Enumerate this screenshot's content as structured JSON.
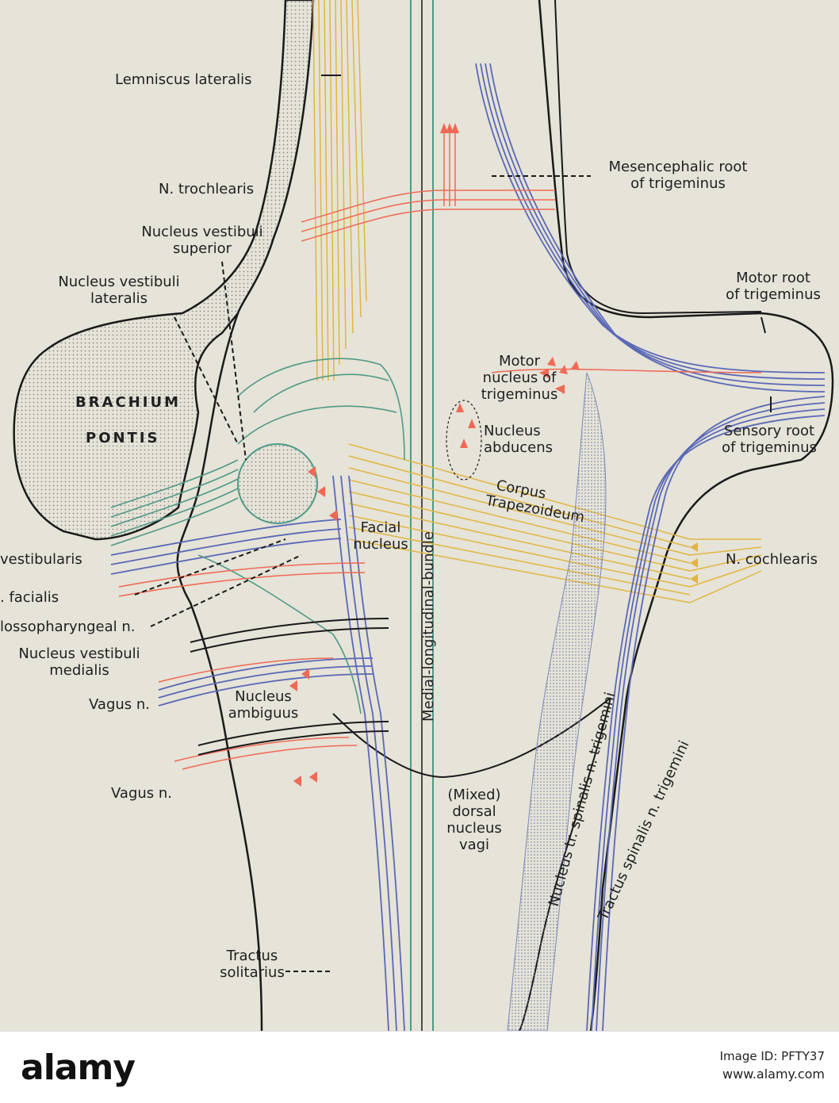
{
  "labels": {
    "lemniscus_lateralis": "Lemniscus lateralis",
    "n_trochlearis": "N. trochlearis",
    "nucleus_vestibuli_superior_1": "Nucleus vestibuli",
    "nucleus_vestibuli_superior_2": "superior",
    "nucleus_vestibuli_lateralis_1": "Nucleus vestibuli",
    "nucleus_vestibuli_lateralis_2": "lateralis",
    "brachium": "BRACHIUM",
    "pontis": "PONTIS",
    "vestibularis": "vestibularis",
    "facialis": ". facialis",
    "glossopharyngeal": "lossopharyngeal n.",
    "nucleus_vestibuli_medialis_1": "Nucleus vestibuli",
    "nucleus_vestibuli_medialis_2": "medialis",
    "vagus_1": "Vagus n.",
    "vagus_2": "Vagus n.",
    "nucleus_ambiguus_1": "Nucleus",
    "nucleus_ambiguus_2": "ambiguus",
    "facial_nucleus_1": "Facial",
    "facial_nucleus_2": "nucleus",
    "medial_longitudinal_bundle": "Medial-longitudinal-bundle",
    "nucleus_abducens_1": "Nucleus",
    "nucleus_abducens_2": "abducens",
    "corpus_1": "Corpus",
    "corpus_2": "Trapezoideum",
    "motor_nucleus_1": "Motor",
    "motor_nucleus_2": "nucleus of",
    "motor_nucleus_3": "trigeminus",
    "mesencephalic_1": "Mesencephalic root",
    "mesencephalic_2": "of trigeminus",
    "motor_root_1": "Motor root",
    "motor_root_2": "of trigeminus",
    "sensory_root_1": "Sensory root",
    "sensory_root_2": "of trigeminus",
    "n_cochlearis": "N. cochlearis",
    "nucleus_tr_spinalis": "Nucleus tr. spinalis n. trigemini",
    "tractus_spinalis": "Tractus spinalis n. trigemini",
    "mixed_dorsal_1": "(Mixed)",
    "mixed_dorsal_2": "dorsal",
    "mixed_dorsal_3": "nucleus",
    "mixed_dorsal_4": "vagi",
    "tractus_solitarius_1": "Tractus",
    "tractus_solitarius_2": "solitarius"
  },
  "colors": {
    "green": "#4f9a86",
    "blue": "#5a68b6",
    "red": "#ef6a55",
    "yellow": "#e1b640",
    "ink": "#1a1a1a"
  },
  "banner": {
    "logo": "alamy",
    "image_id_label": "Image ID: PFTY37",
    "url": "www.alamy.com"
  }
}
